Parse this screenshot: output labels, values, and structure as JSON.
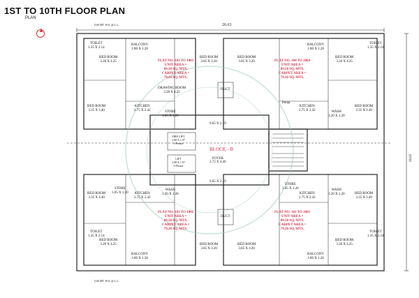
{
  "header": {
    "title": "1ST TO 10TH FLOOR PLAN",
    "subtitle": "PLAN"
  },
  "dimensions": {
    "overall_width": "26.63",
    "overall_depth": "26.63",
    "setback_top": "0.60 MT. W.S. @ L.L.",
    "setback_bottom": "0.60 MT. W.S. @ L.L."
  },
  "block": {
    "name": "BLOCK - B",
    "foyer": "FOYER",
    "foyer_size": "3.72 X 4.46",
    "passage": "9.65 X 2.19"
  },
  "lifts": {
    "fire_lift": "FIRE LIFT",
    "fire_lift_size": "2.08 X 1.97",
    "lift": "LIFT",
    "lift_size": "2.08 X 1.97",
    "capacity": "6 Person"
  },
  "flats": [
    {
      "no": "FLAT NO. 103 TO 1003",
      "unit_area": "UNIT AREA =",
      "unit_value": "89.58 SQ. MTS.",
      "carpet_area": "CARPET AREA =",
      "carpet_value": "79.26 SQ. MTS."
    },
    {
      "no": "FLAT NO. 104 TO 1004",
      "unit_area": "UNIT AREA =",
      "unit_value": "89.58 SQ. MTS.",
      "carpet_area": "CARPET AREA =",
      "carpet_value": "79.26 SQ. MTS."
    },
    {
      "no": "FLAT NO. 102 TO 1002",
      "unit_area": "UNIT AREA =",
      "unit_value": "89.58 SQ. MTS.",
      "carpet_area": "CARPET AREA =",
      "carpet_value": "79.26 SQ. MTS."
    },
    {
      "no": "FLAT NO. 101 TO 1001",
      "unit_area": "UNIT AREA =",
      "unit_value": "89.58 SQ. MTS.",
      "carpet_area": "CARPET AREA =",
      "carpet_value": "79.26 SQ. MTS."
    }
  ],
  "rooms": {
    "bed_room": "BED ROOM",
    "bed_size_a": "3.20 X 4.25",
    "bed_size_b": "3.35 X 3.40",
    "bed_size_c": "3.85 X 3.20",
    "toilet": "TOILET",
    "toilet_size": "1.35 X 2.14",
    "balcony": "BALCONY",
    "balcony_size": "1.80 X 1.20",
    "drawing_room": "DRAWING ROOM",
    "drawing_size": "3.28 X 4.25",
    "kitchen": "KITCHEN",
    "kitchen_size": "2.75 X 2.42",
    "store": "STORE",
    "store_size": "1.05 X 1.20",
    "wash": "WASH",
    "wash_size": "1.20 X 1.20",
    "duct": "DUCT",
    "pooja": "Pooja"
  }
}
